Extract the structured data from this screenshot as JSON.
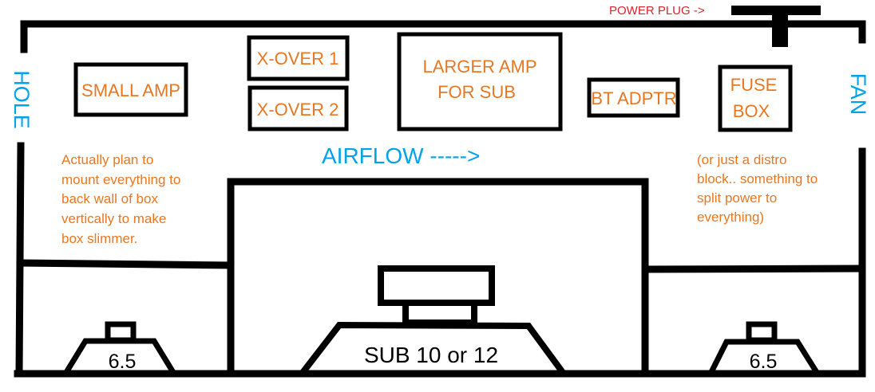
{
  "colors": {
    "line": "#000000",
    "component_text": "#E87722",
    "side_label": "#00A3E8",
    "power_label": "#D9232D",
    "speaker_label": "#000000"
  },
  "power": {
    "label": "POWER PLUG ->"
  },
  "labels": {
    "hole": "HOLE",
    "fan": "FAN",
    "airflow": "AIRFLOW ----->"
  },
  "components": {
    "small_amp": "SMALL AMP",
    "xover1": "X-OVER 1",
    "xover2": "X-OVER 2",
    "larger_amp": [
      "LARGER AMP",
      "FOR SUB"
    ],
    "bt_adapter": "BT ADPTR",
    "fuse_box": [
      "FUSE",
      "BOX"
    ]
  },
  "notes": {
    "left": [
      "Actually plan to",
      "mount everything to",
      "back wall of box",
      "vertically to make",
      "box slimmer."
    ],
    "right": [
      "(or just a distro",
      "block.. something to",
      "split power to",
      "everything)"
    ]
  },
  "speakers": {
    "left": "6.5",
    "sub": "SUB 10 or 12",
    "right": "6.5"
  }
}
